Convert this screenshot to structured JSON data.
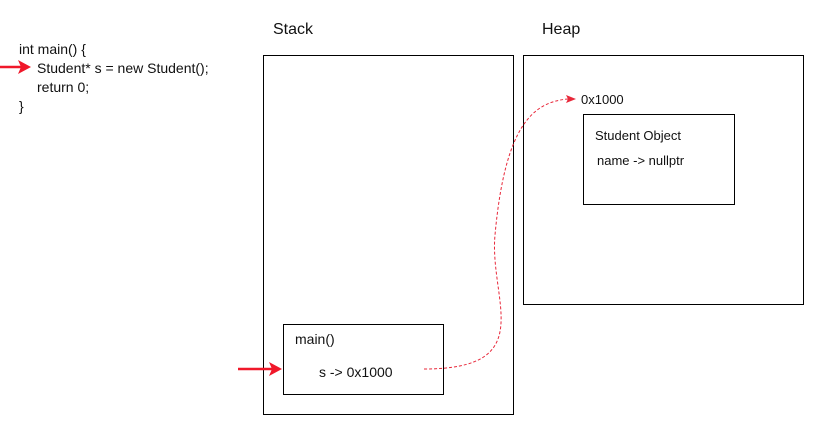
{
  "code": {
    "lines": [
      "int main() {",
      "Student* s = new Student();",
      "return 0;",
      "}"
    ]
  },
  "stack": {
    "heading": "Stack",
    "frame": {
      "title": "main()",
      "variable": "s -> 0x1000"
    }
  },
  "heap": {
    "heading": "Heap",
    "address": "0x1000",
    "object": {
      "title": "Student Object",
      "field": "name -> nullptr"
    }
  },
  "colors": {
    "pointer_arrow": "#f0182a",
    "reference_curve": "#e8283a",
    "border": "#000000"
  },
  "icons": {
    "current_line_marker": "right-arrow-icon",
    "current_frame_marker": "right-arrow-icon"
  }
}
